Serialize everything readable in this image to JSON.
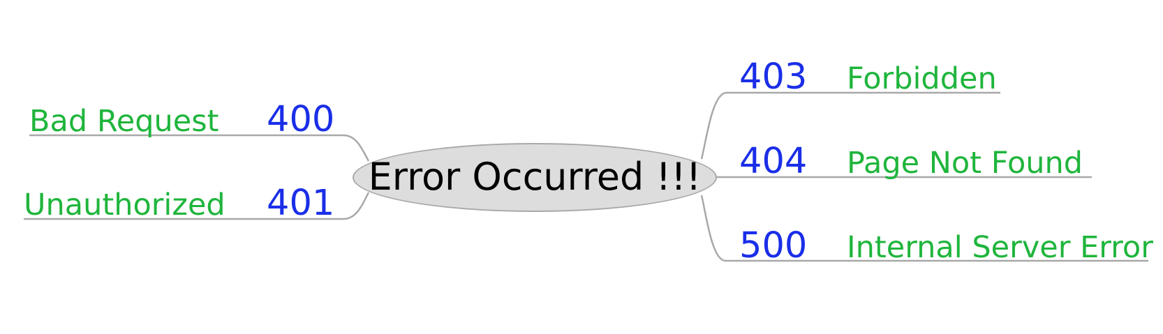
{
  "diagram": {
    "center": "Error Occurred !!!",
    "branches": [
      {
        "code": "400",
        "label": "Bad Request",
        "side": "left"
      },
      {
        "code": "401",
        "label": "Unauthorized",
        "side": "left"
      },
      {
        "code": "403",
        "label": "Forbidden",
        "side": "right"
      },
      {
        "code": "404",
        "label": "Page Not Found",
        "side": "right"
      },
      {
        "code": "500",
        "label": "Internal Server Error",
        "side": "right"
      }
    ]
  },
  "colors": {
    "code": "#1a2ee8",
    "label": "#1fb53c",
    "connector": "#a8a8a8",
    "center_fill": "#dddddd",
    "center_text": "#000000"
  }
}
